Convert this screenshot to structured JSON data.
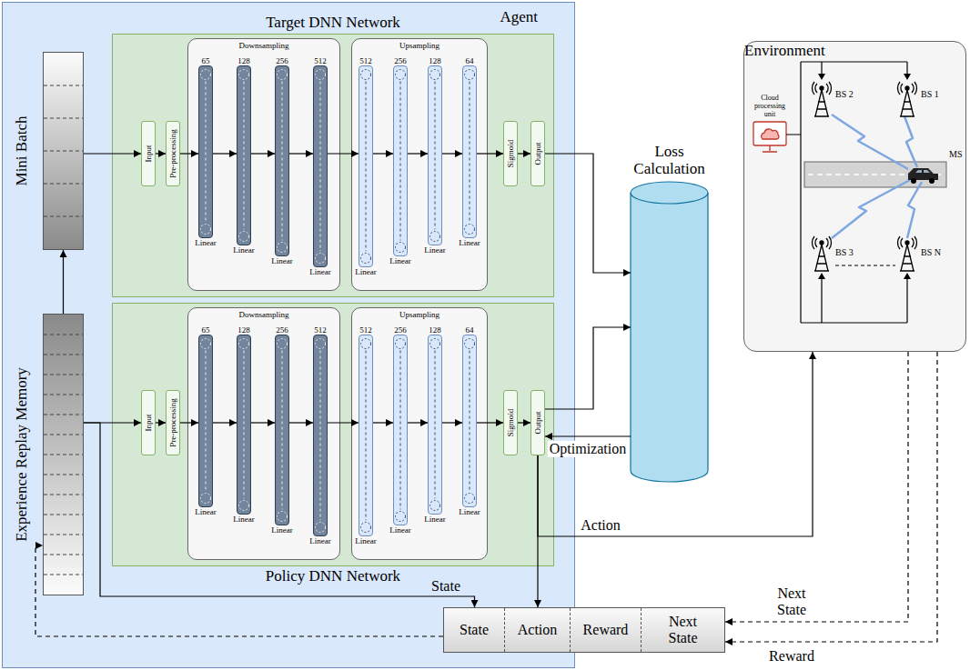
{
  "diagram": {
    "nodes": [
      {
        "text": [
          "Agent"
        ]
      },
      {
        "text": [
          "Mini Batch"
        ],
        "in": 0
      },
      {
        "text": [
          "Experience Replay Memory"
        ],
        "in": 0
      },
      {
        "text": [
          "Target DNN Network"
        ],
        "in": 0
      },
      {
        "text": [
          "Input"
        ],
        "in": 3
      },
      {
        "text": [
          "Pre-processing"
        ],
        "in": 3
      },
      {
        "text": [
          "Downsampling"
        ],
        "in": 3
      },
      {
        "text": [
          "65",
          "Linear"
        ],
        "in": 6
      },
      {
        "text": [
          "128",
          "Linear"
        ],
        "in": 6
      },
      {
        "text": [
          "256",
          "Linear"
        ],
        "in": 6
      },
      {
        "text": [
          "512",
          "Linear"
        ],
        "in": 6
      },
      {
        "text": [
          "Upsampling"
        ],
        "in": 3
      },
      {
        "text": [
          "512",
          "Linear"
        ],
        "in": 11
      },
      {
        "text": [
          "256",
          "Linear"
        ],
        "in": 11
      },
      {
        "text": [
          "128",
          "Linear"
        ],
        "in": 11
      },
      {
        "text": [
          "64",
          "Linear"
        ],
        "in": 11
      },
      {
        "text": [
          "Sigmoid"
        ],
        "in": 3
      },
      {
        "text": [
          "Output"
        ],
        "in": 3
      },
      {
        "text": [
          "Policy DNN Network"
        ],
        "in": 0
      },
      {
        "text": [
          "Input"
        ],
        "in": 18
      },
      {
        "text": [
          "Pre-processing"
        ],
        "in": 18
      },
      {
        "text": [
          "Downsampling"
        ],
        "in": 18
      },
      {
        "text": [
          "65",
          "Linear"
        ],
        "in": 21
      },
      {
        "text": [
          "128",
          "Linear"
        ],
        "in": 21
      },
      {
        "text": [
          "256",
          "Linear"
        ],
        "in": 21
      },
      {
        "text": [
          "512",
          "Linear"
        ],
        "in": 21
      },
      {
        "text": [
          "Upsampling"
        ],
        "in": 18
      },
      {
        "text": [
          "512",
          "Linear"
        ],
        "in": 26
      },
      {
        "text": [
          "256",
          "Linear"
        ],
        "in": 26
      },
      {
        "text": [
          "128",
          "Linear"
        ],
        "in": 26
      },
      {
        "text": [
          "64",
          "Linear"
        ],
        "in": 26
      },
      {
        "text": [
          "Sigmoid"
        ],
        "in": 18
      },
      {
        "text": [
          "Output"
        ],
        "in": 18
      },
      {
        "text": [
          "Loss Calculation"
        ]
      },
      {
        "text": [
          "Environment"
        ]
      },
      {
        "text": [
          "State",
          "Action",
          "Reward",
          "Next State"
        ]
      }
    ],
    "edges": [
      {
        "from": 2,
        "to": 1,
        "arrow": "to"
      },
      {
        "from": 1,
        "to": 4,
        "arrow": "to"
      },
      {
        "from": 2,
        "to": 19,
        "arrow": "to"
      },
      {
        "from": 2,
        "to": 35,
        "label": "State",
        "arrow": "to"
      },
      {
        "from": 4,
        "to": 5,
        "arrow": "to"
      },
      {
        "from": 5,
        "to": 7,
        "arrow": "to"
      },
      {
        "from": 7,
        "to": 8,
        "arrow": "to"
      },
      {
        "from": 8,
        "to": 9,
        "arrow": "to"
      },
      {
        "from": 9,
        "to": 10,
        "arrow": "to"
      },
      {
        "from": 10,
        "to": 12,
        "arrow": "to"
      },
      {
        "from": 12,
        "to": 13,
        "arrow": "to"
      },
      {
        "from": 13,
        "to": 14,
        "arrow": "to"
      },
      {
        "from": 14,
        "to": 15,
        "arrow": "to"
      },
      {
        "from": 15,
        "to": 16,
        "arrow": "to"
      },
      {
        "from": 16,
        "to": 17,
        "arrow": "to"
      },
      {
        "from": 19,
        "to": 20,
        "arrow": "to"
      },
      {
        "from": 20,
        "to": 22,
        "arrow": "to"
      },
      {
        "from": 22,
        "to": 23,
        "arrow": "to"
      },
      {
        "from": 23,
        "to": 24,
        "arrow": "to"
      },
      {
        "from": 24,
        "to": 25,
        "arrow": "to"
      },
      {
        "from": 25,
        "to": 27,
        "arrow": "to"
      },
      {
        "from": 27,
        "to": 28,
        "arrow": "to"
      },
      {
        "from": 28,
        "to": 29,
        "arrow": "to"
      },
      {
        "from": 29,
        "to": 30,
        "arrow": "to"
      },
      {
        "from": 30,
        "to": 31,
        "arrow": "to"
      },
      {
        "from": 31,
        "to": 32,
        "arrow": "to"
      },
      {
        "from": 17,
        "to": 33,
        "arrow": "to"
      },
      {
        "from": 32,
        "to": 33,
        "arrow": "to"
      },
      {
        "from": 33,
        "to": 32,
        "label": "Optimization",
        "arrow": "to"
      },
      {
        "from": 32,
        "to": 34,
        "label": "Action",
        "arrow": "to"
      },
      {
        "from": 32,
        "to": 35,
        "arrow": "to"
      },
      {
        "from": 34,
        "to": 35,
        "label": "Next State",
        "arrow": "to"
      },
      {
        "from": 34,
        "to": 35,
        "label": "Reward",
        "arrow": "to"
      },
      {
        "from": 35,
        "to": 2,
        "arrow": "to"
      }
    ],
    "labels": [
      "Cloud processing unit",
      "BS 2",
      "BS 1",
      "MS",
      "BS 3",
      "BS N"
    ]
  }
}
